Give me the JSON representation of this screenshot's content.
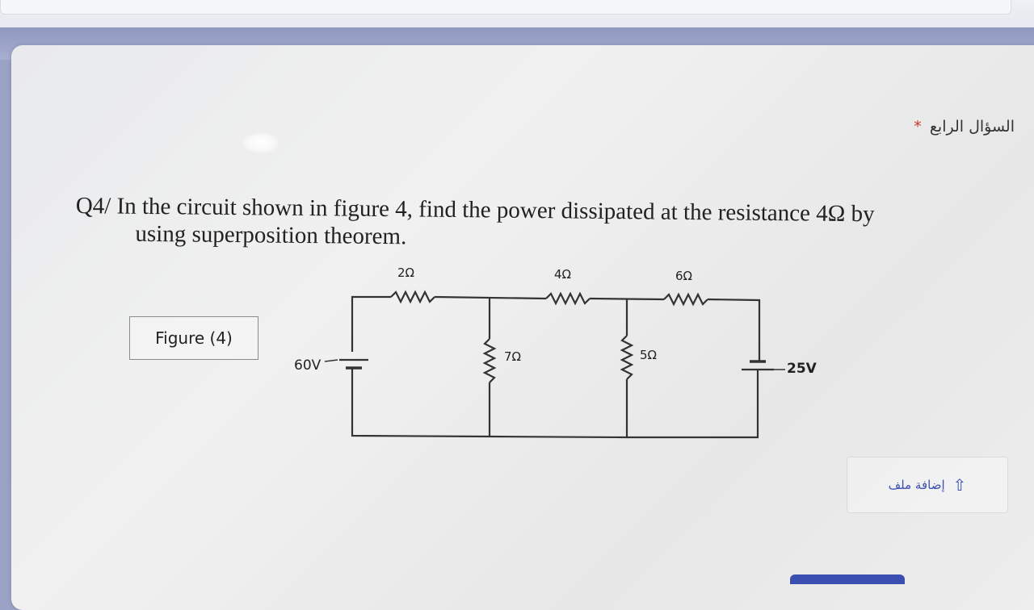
{
  "question_header": {
    "title": "السؤال الرابع",
    "required_mark": "*"
  },
  "question": {
    "line1": "Q4/ In the circuit shown in figure 4, find the power dissipated at the resistance 4Ω by",
    "line2": "using superposition theorem."
  },
  "figure": {
    "caption": "Figure (4)",
    "labels": {
      "r_top1": "2Ω",
      "r_top2": "4Ω",
      "r_top3": "6Ω",
      "r_mid1": "7Ω",
      "r_mid2": "5Ω",
      "source_left": "60V",
      "source_right": "25V"
    }
  },
  "upload": {
    "label": "إضافة ملف",
    "icon": "upload-icon"
  }
}
